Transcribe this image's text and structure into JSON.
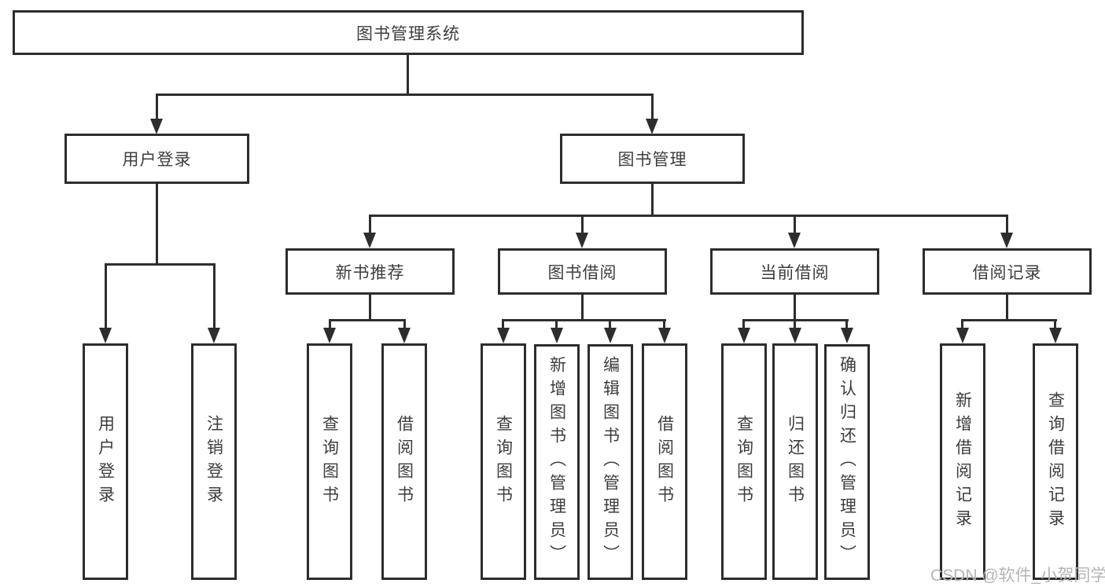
{
  "nodes": {
    "root": "图书管理系统",
    "user_login": "用户登录",
    "book_management": "图书管理",
    "new_book_recommend": "新书推荐",
    "book_borrow": "图书借阅",
    "current_borrow": "当前借阅",
    "borrow_records": "借阅记录",
    "leaf_user_login": "用户登录",
    "leaf_logout": "注销登录",
    "leaf_query_book_recommend": "查询图书",
    "leaf_borrow_book_recommend": "借阅图书",
    "leaf_query_book_borrow": "查询图书",
    "leaf_add_book_admin": "新增图书（管理员）",
    "leaf_edit_book_admin": "编辑图书（管理员）",
    "leaf_borrow_book_borrow": "借阅图书",
    "leaf_query_book_current": "查询图书",
    "leaf_return_book": "归还图书",
    "leaf_confirm_return_admin": "确认归还（管理员）",
    "leaf_add_borrow_record": "新增借阅记录",
    "leaf_query_borrow_record": "查询借阅记录"
  },
  "watermark": "CSDN @软件_小贺同学",
  "colors": {
    "line": "#2d2d2d",
    "text": "#3d3d3d",
    "watermark": "#b5b5b5",
    "background": "#ffffff"
  }
}
